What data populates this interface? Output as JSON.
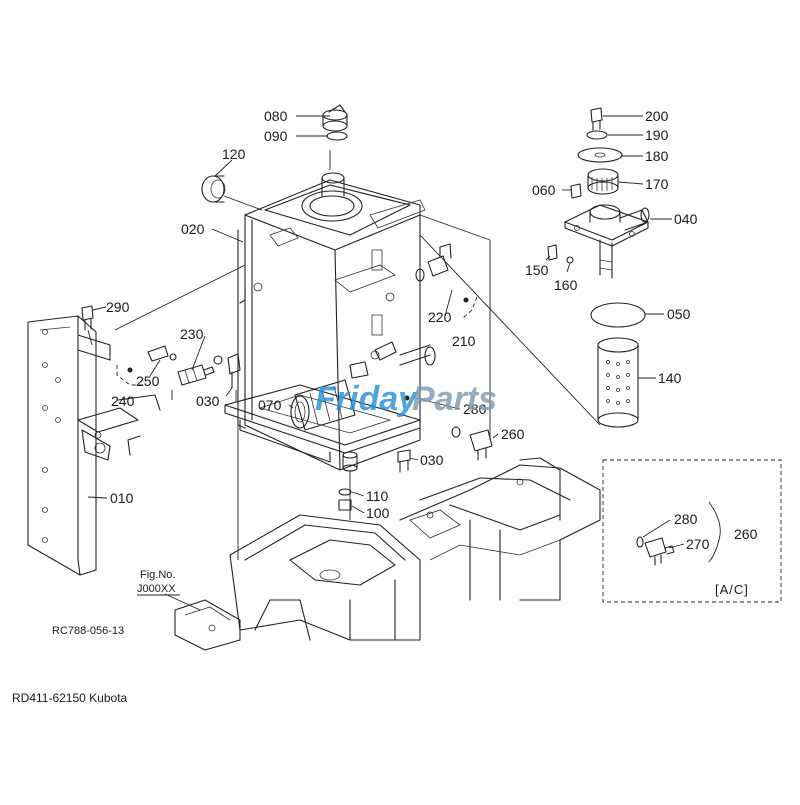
{
  "diagram": {
    "reference_code": "RC788-056-13",
    "figure_note": {
      "line1": "Fig.No.",
      "line2": "J000XX"
    },
    "inset_label": "[A/C]",
    "caption": "RD411-62150 Kubota",
    "watermark": {
      "part1": "Friday",
      "part2": "Parts"
    },
    "callouts": [
      {
        "id": "080",
        "name": "callout-080"
      },
      {
        "id": "090",
        "name": "callout-090"
      },
      {
        "id": "120",
        "name": "callout-120"
      },
      {
        "id": "020",
        "name": "callout-020"
      },
      {
        "id": "290",
        "name": "callout-290"
      },
      {
        "id": "230",
        "name": "callout-230"
      },
      {
        "id": "250",
        "name": "callout-250"
      },
      {
        "id": "240",
        "name": "callout-240"
      },
      {
        "id": "030",
        "name": "callout-030-left"
      },
      {
        "id": "070",
        "name": "callout-070"
      },
      {
        "id": "010",
        "name": "callout-010"
      },
      {
        "id": "220",
        "name": "callout-220"
      },
      {
        "id": "210",
        "name": "callout-210"
      },
      {
        "id": "280",
        "name": "callout-280"
      },
      {
        "id": "260",
        "name": "callout-260"
      },
      {
        "id": "030",
        "name": "callout-030-bottom"
      },
      {
        "id": "110",
        "name": "callout-110"
      },
      {
        "id": "100",
        "name": "callout-100"
      },
      {
        "id": "200",
        "name": "callout-200"
      },
      {
        "id": "190",
        "name": "callout-190"
      },
      {
        "id": "180",
        "name": "callout-180"
      },
      {
        "id": "060",
        "name": "callout-060"
      },
      {
        "id": "170",
        "name": "callout-170"
      },
      {
        "id": "040",
        "name": "callout-040"
      },
      {
        "id": "150",
        "name": "callout-150"
      },
      {
        "id": "160",
        "name": "callout-160"
      },
      {
        "id": "050",
        "name": "callout-050"
      },
      {
        "id": "140",
        "name": "callout-140"
      },
      {
        "id": "280",
        "name": "callout-280-inset"
      },
      {
        "id": "270",
        "name": "callout-270-inset"
      },
      {
        "id": "260",
        "name": "callout-260-inset"
      }
    ]
  }
}
